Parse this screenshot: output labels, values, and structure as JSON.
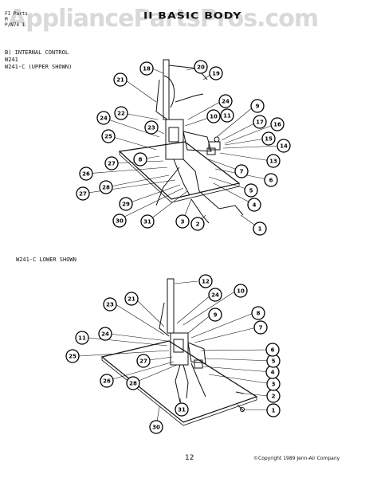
{
  "watermark": "AppliancePartsPros.com",
  "header": {
    "line1": "FI  Parts",
    "line2": "M",
    "line3": "P/N74  1",
    "title": "II BASIC BODY"
  },
  "upper": {
    "section_label": "B) INTERNAL CONTROL",
    "model_line1": "W241",
    "model_line2": "W241-C (UPPER SHOWN)",
    "callouts": [
      "1",
      "2",
      "3",
      "4",
      "5",
      "6",
      "7",
      "8",
      "9",
      "10",
      "11",
      "13",
      "14",
      "15",
      "16",
      "17",
      "18",
      "19",
      "20",
      "21",
      "22",
      "23",
      "24",
      "24",
      "25",
      "26",
      "27",
      "27",
      "28",
      "29",
      "30",
      "31"
    ]
  },
  "lower": {
    "section_label": "W241-C LOWER SHOWN",
    "callouts": [
      "1",
      "2",
      "3",
      "4",
      "5",
      "6",
      "7",
      "8",
      "9",
      "10",
      "11",
      "12",
      "21",
      "23",
      "24",
      "24",
      "25",
      "26",
      "27",
      "28",
      "30",
      "31"
    ]
  },
  "footer": {
    "page_number": "12",
    "copyright": "©Copyright 1989 Jenn-Air Company"
  }
}
